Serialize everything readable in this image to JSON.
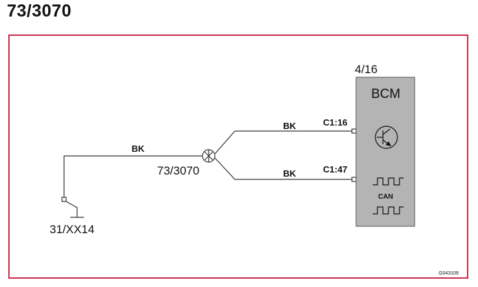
{
  "title": "73/3070",
  "frame_color": "#cc2a48",
  "module_fill": "#b4b4b4",
  "ground": {
    "label": "31/XX14"
  },
  "splice": {
    "label": "73/3070"
  },
  "wires": [
    {
      "id": "ground-to-splice",
      "color_code": "BK"
    },
    {
      "id": "splice-to-c1-16",
      "color_code": "BK"
    },
    {
      "id": "splice-to-c1-47",
      "color_code": "BK"
    }
  ],
  "module": {
    "ref": "4/16",
    "name": "BCM",
    "pins": [
      "C1:16",
      "C1:47"
    ],
    "can_label": "CAN"
  },
  "figure_id": "G043109"
}
